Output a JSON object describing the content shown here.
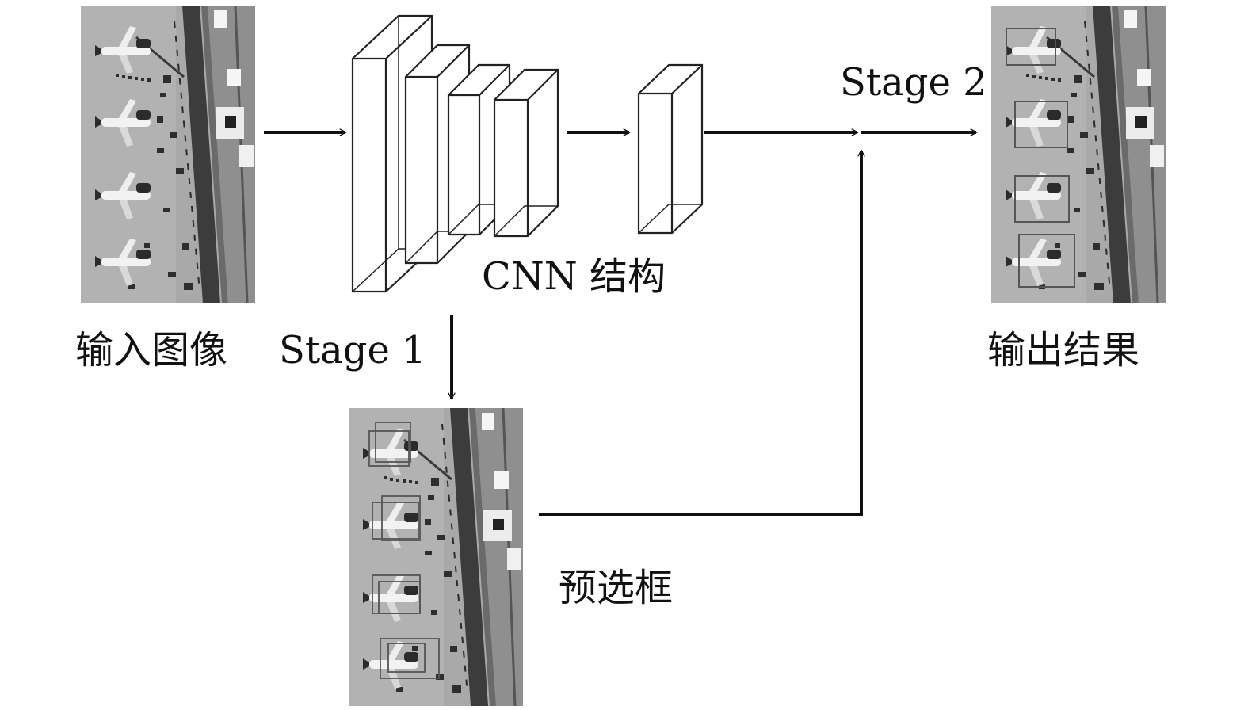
{
  "labels": {
    "input_image": "输入图像",
    "stage1": "Stage 1",
    "cnn": "CNN 结构",
    "stage2": "Stage 2",
    "output": "输出结果",
    "proposals": "预选框"
  },
  "colors": {
    "arrow": "#111111",
    "apron": "#a9a9a9",
    "road": "#3c3c3c",
    "airplane": "#f2f2f2",
    "proposal_box": "#555555"
  },
  "images": {
    "input": {
      "airplanes": 4,
      "boxes": 0
    },
    "proposals": {
      "airplanes": 4,
      "boxes": 8
    },
    "output": {
      "airplanes": 4,
      "boxes": 4
    }
  }
}
